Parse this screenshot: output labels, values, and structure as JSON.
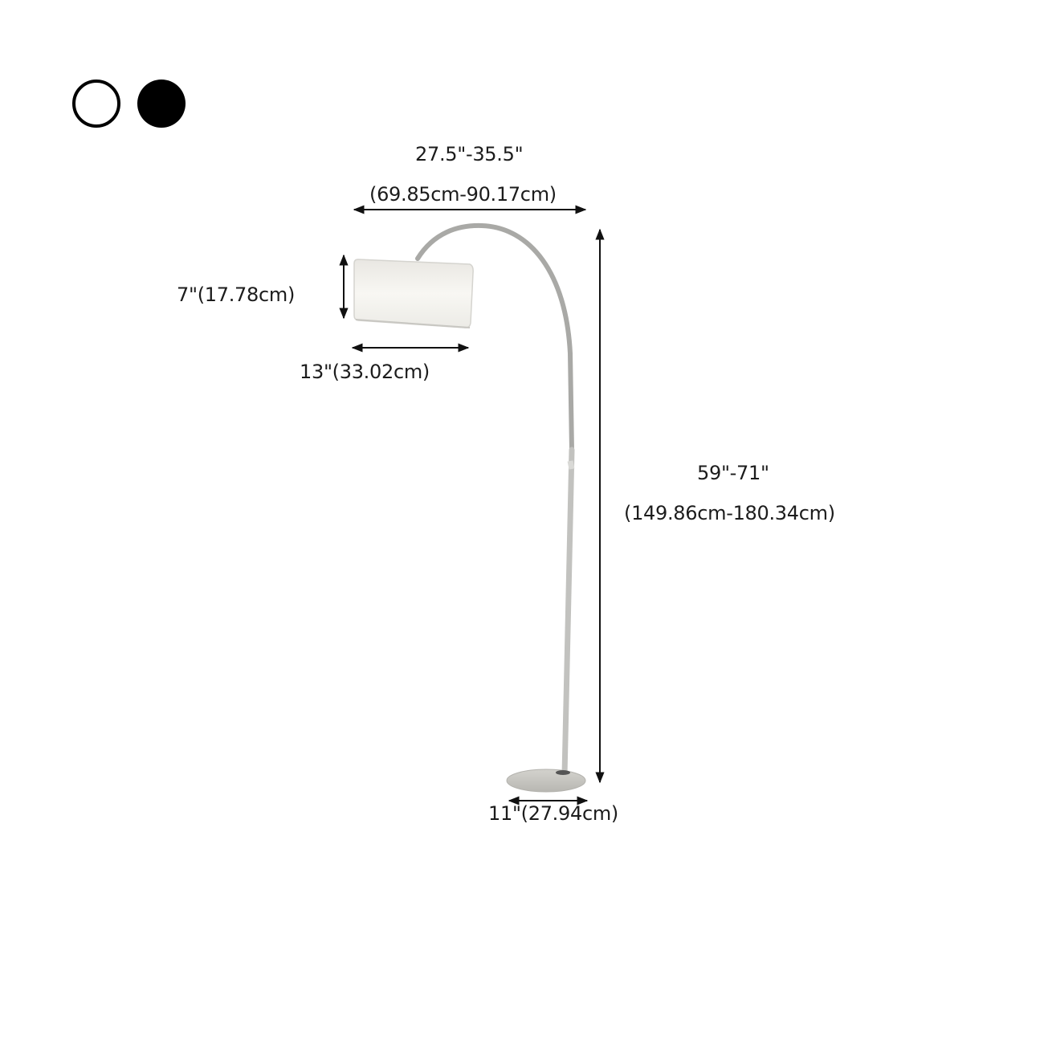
{
  "color_options": [
    {
      "name": "White",
      "color": "#ffffff",
      "border": "#000000"
    },
    {
      "name": "Black",
      "color": "#000000"
    }
  ],
  "dimensions": {
    "arm_reach": {
      "inches": "27.5\"-35.5\"",
      "cm": "(69.85cm-90.17cm)"
    },
    "shade_height": {
      "label": "7\"(17.78cm)"
    },
    "shade_width": {
      "label": "13\"(33.02cm)"
    },
    "total_height": {
      "inches": "59\"-71\"",
      "cm": "(149.86cm-180.34cm)"
    },
    "base_diameter": {
      "label": "11\"(27.94cm)"
    }
  },
  "colors": {
    "line": "#111111",
    "pole": "#b9b9b6",
    "shade": "#f1efea",
    "base": "#c9c8c3"
  }
}
